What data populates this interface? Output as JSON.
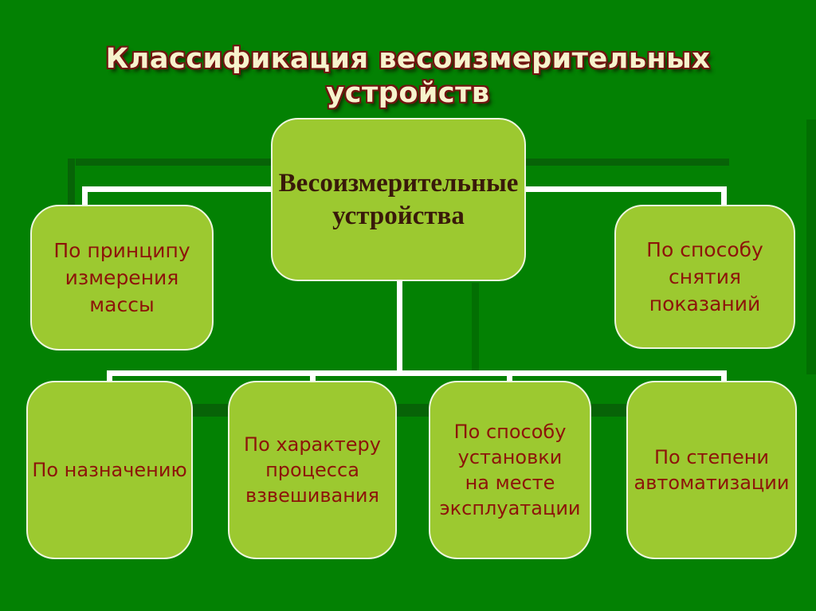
{
  "slide_title": {
    "lines": [
      "Классификация весоизмерительных",
      "устройств"
    ]
  },
  "diagram": {
    "root": {
      "label": "Весоизмерительные устройства",
      "lines": [
        "Весоизмерительные",
        "устройства"
      ]
    },
    "mid": [
      {
        "id": "principle",
        "label": "По принципу измерения массы",
        "lines": [
          "По принципу",
          "измерения массы"
        ]
      },
      {
        "id": "readout",
        "label": "По способу снятия показаний",
        "lines": [
          "По способу",
          "снятия показаний"
        ]
      }
    ],
    "bottom": [
      {
        "id": "purpose",
        "label": "По назначению",
        "lines": [
          "По назначению"
        ]
      },
      {
        "id": "process",
        "label": "По характеру процесса взвешивания",
        "lines": [
          "По характеру",
          "процесса",
          "взвешивания"
        ]
      },
      {
        "id": "installation",
        "label": "По способу установки на месте эксплуатации",
        "lines": [
          "По способу",
          "установки",
          "на месте",
          "эксплуатации"
        ]
      },
      {
        "id": "automation",
        "label": "По степени автоматизации",
        "lines": [
          "По степени",
          "автоматизации"
        ]
      }
    ]
  },
  "colors": {
    "background": "#038103",
    "background_shade": "#076307",
    "background_faint": "rgba(0,70,0,0.30)",
    "node_fill": "#9cc930",
    "node_border": "#eef6df",
    "connector": "#ffffff",
    "node_text": "#8d140a",
    "root_text": "#39190a",
    "title_fill": "#f6f3cd",
    "title_outline": "#701510"
  }
}
